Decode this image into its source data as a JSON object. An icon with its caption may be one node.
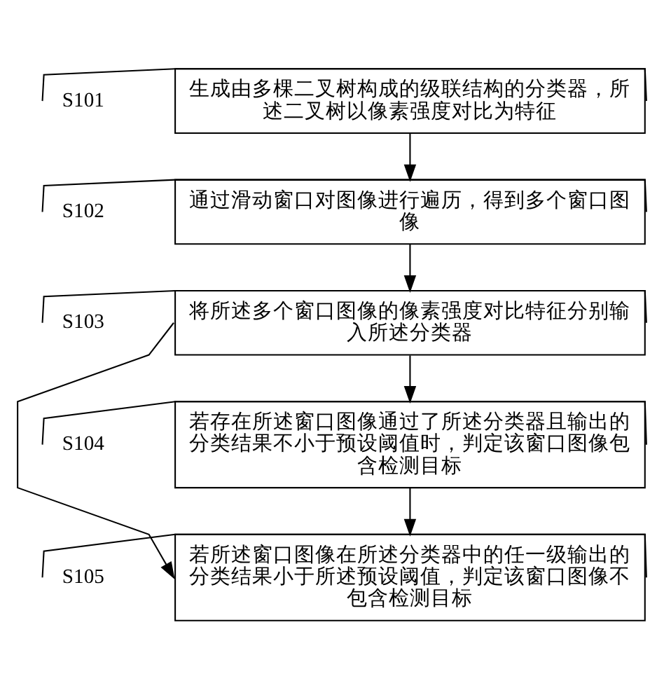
{
  "diagram": {
    "nodes": [
      {
        "text": [
          "生成由多棵二叉树构成的级联结构的分类器，所述二叉树以像素强度对比为特征"
        ]
      },
      {
        "text": [
          "通过滑动窗口对图像进行遍历，得到多个窗口图像"
        ]
      },
      {
        "text": [
          "将所述多个窗口图像的像素强度对比特征分别输入所述分类器"
        ]
      },
      {
        "text": [
          "若存在所述窗口图像通过了所述分类器且输出的分类结果不小于预设阈值时，判定该窗口图像包含检测目标"
        ]
      },
      {
        "text": [
          "若所述窗口图像在所述分类器中的任一级输出的分类结果小于所述预设阈值，判定该窗口图像不包含检测目标"
        ]
      },
      {
        "text": [
          "S101"
        ]
      },
      {
        "text": [
          "S102"
        ]
      },
      {
        "text": [
          "S103"
        ]
      },
      {
        "text": [
          "S104"
        ]
      },
      {
        "text": [
          "S105"
        ]
      }
    ],
    "edges": [
      {
        "from": 0,
        "to": 1,
        "arrow": "to"
      },
      {
        "from": 1,
        "to": 2,
        "arrow": "to"
      },
      {
        "from": 2,
        "to": 3,
        "arrow": "to"
      },
      {
        "from": 3,
        "to": 4,
        "arrow": "to"
      },
      {
        "from": 2,
        "to": 4,
        "arrow": "to"
      },
      {
        "from": 5,
        "to": 0,
        "arrow": "none"
      },
      {
        "from": 6,
        "to": 1,
        "arrow": "none"
      },
      {
        "from": 7,
        "to": 2,
        "arrow": "none"
      },
      {
        "from": 8,
        "to": 3,
        "arrow": "none"
      },
      {
        "from": 9,
        "to": 4,
        "arrow": "none"
      }
    ]
  }
}
